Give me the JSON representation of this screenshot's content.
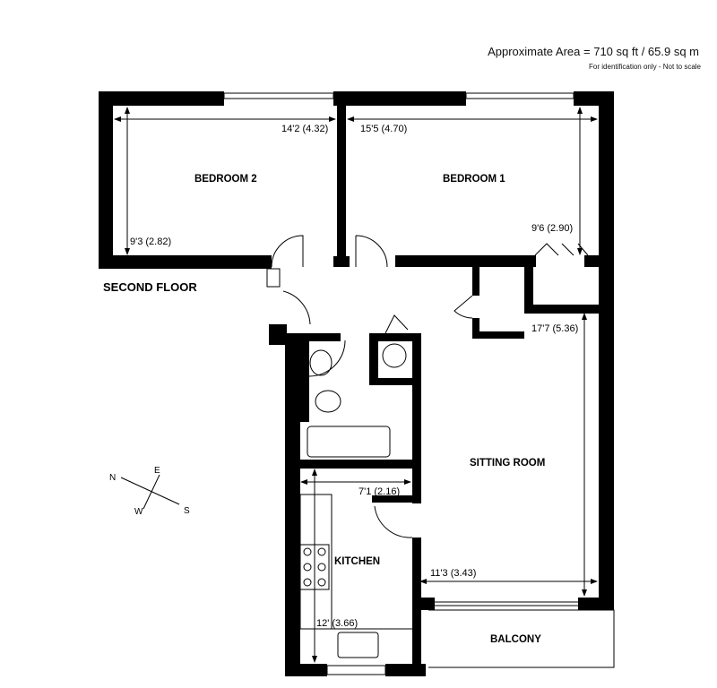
{
  "header": {
    "area": "Approximate Area = 710 sq ft / 65.9 sq m",
    "note": "For identification only - Not to scale"
  },
  "floor_label": "SECOND FLOOR",
  "rooms": {
    "bedroom2": {
      "name": "BEDROOM 2",
      "width": "14'2 (4.32)",
      "depth": "9'3 (2.82)"
    },
    "bedroom1": {
      "name": "BEDROOM 1",
      "width": "15'5 (4.70)",
      "depth": "9'6 (2.90)"
    },
    "sitting": {
      "name": "SITTING ROOM",
      "depth": "17'7 (5.36)",
      "width": "11'3 (3.43)"
    },
    "kitchen": {
      "name": "KITCHEN",
      "width": "7'1 (2.16)",
      "depth": "12' (3.66)"
    },
    "balcony": {
      "name": "BALCONY"
    }
  },
  "compass": {
    "n": "N",
    "e": "E",
    "s": "S",
    "w": "W"
  }
}
